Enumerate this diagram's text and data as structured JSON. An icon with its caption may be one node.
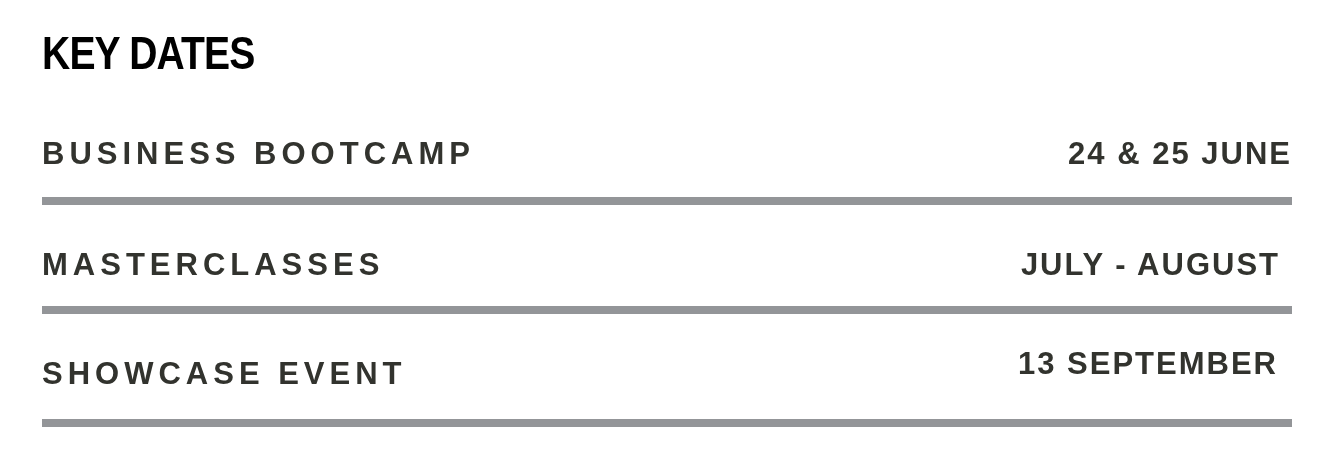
{
  "diagram": {
    "title": "KEY DATES",
    "labels": [
      "BUSINESS BOOTCAMP",
      "24 & 25 JUNE",
      "MASTERCLASSES",
      "JULY - AUGUST",
      "SHOWCASE EVENT",
      "13 SEPTEMBER"
    ]
  }
}
